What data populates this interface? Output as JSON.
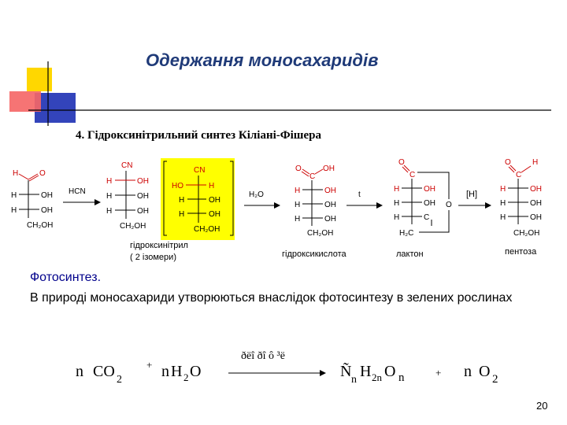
{
  "slide": {
    "title": "Одержання моносахаридів",
    "heading": "4. Гідроксинітрильний синтез Кіліані-Фішера",
    "page_number": "20"
  },
  "colors": {
    "title": "#1f3a78",
    "red_atom": "#cc0000",
    "highlight": "#ffff00",
    "deco_yellow": "#ffd700",
    "deco_red": "#ee3333",
    "deco_blue": "#3344bb"
  },
  "scheme": {
    "aldose": {
      "top_h": "H",
      "top_o": "O",
      "rows": [
        [
          "H",
          "OH"
        ],
        [
          "H",
          "OH"
        ]
      ],
      "bottom": "CH₂OH"
    },
    "step1_reagent": "HCN",
    "product_a": {
      "top": "CN",
      "rows": [
        [
          "H",
          "OH"
        ],
        [
          "H",
          "OH"
        ],
        [
          "H",
          "OH"
        ]
      ],
      "bottom": "CH₂OH"
    },
    "product_b": {
      "top": "CN",
      "rows": [
        [
          "HO",
          "H"
        ],
        [
          "H",
          "OH"
        ],
        [
          "H",
          "OH"
        ]
      ],
      "bottom": "CH₂OH"
    },
    "hydroxynitrile_label": "гідроксинітрил",
    "isomers_label": "( 2 ізомери)",
    "step2_reagent": "H₂O",
    "hydroxy_acid": {
      "top_c": "C",
      "top_o": "O",
      "top_oh": "OH",
      "rows": [
        [
          "H",
          "OH"
        ],
        [
          "H",
          "OH"
        ],
        [
          "H",
          "OH"
        ]
      ],
      "bottom": "CH₂OH"
    },
    "hydroxy_acid_label": "гідроксикислота",
    "step3_reagent": "t",
    "lactone": {
      "top_c": "C",
      "top_o": "O",
      "rows": [
        [
          "H",
          "OH"
        ],
        [
          "H",
          "OH"
        ],
        [
          "H",
          "C"
        ]
      ],
      "ring_o": "O",
      "bottom": "H₂C"
    },
    "lactone_label": "лактон",
    "step4_reagent": "[H]",
    "pentose": {
      "top_c": "C",
      "top_o": "O",
      "top_h": "H",
      "rows": [
        [
          "H",
          "OH"
        ],
        [
          "H",
          "OH"
        ],
        [
          "H",
          "OH"
        ]
      ],
      "bottom": "CH₂OH"
    },
    "pentose_label": "пентоза"
  },
  "photosynthesis": {
    "title": "Фотосинтез.",
    "text": "В природі моносахариди утворюються внаслідок фотосинтезу в зелених рослинах",
    "equation": {
      "lhs1_coef": "n",
      "lhs1_formula": "CO",
      "lhs1_sub": "2",
      "plus1": "+",
      "lhs2_coef": "n",
      "lhs2_formula": "H",
      "lhs2_sub": "2",
      "lhs2_end": "O",
      "condition": "ðëî ðî ô ³ë",
      "prod1_a": "Ñ",
      "prod1_b": "n",
      "prod1_c": "H",
      "prod1_d": "2n",
      "prod1_e": "O",
      "prod1_f": "n",
      "plus2": "+",
      "rhs2_coef": "n",
      "rhs2_formula": "O",
      "rhs2_sub": "2"
    }
  }
}
